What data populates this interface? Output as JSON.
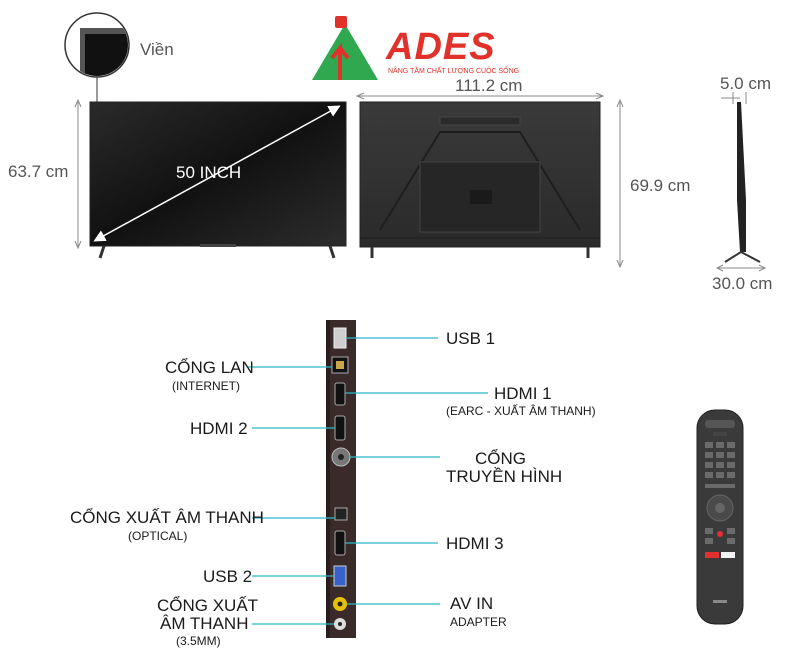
{
  "logo": {
    "brand": "ADES",
    "tagline": "NÂNG TẦM CHẤT LƯỢNG CUỘC SỐNG",
    "colors": {
      "red": "#e0312b",
      "green": "#2fa84f"
    }
  },
  "dimensions": {
    "bezel_label": "Viền",
    "height_front": "63.7 cm",
    "diagonal": "50 INCH",
    "width": "111.2 cm",
    "height_with_stand": "69.9 cm",
    "depth": "5.0 cm",
    "stand_depth": "30.0 cm"
  },
  "ports": {
    "usb1": "USB 1",
    "lan": "CỔNG LAN",
    "lan_sub": "(INTERNET)",
    "hdmi1": "HDMI 1",
    "hdmi1_sub": "(EARC - XUẤT ÂM THANH)",
    "hdmi2": "HDMI 2",
    "antenna_line1": "CỔNG",
    "antenna_line2": "TRUYỀN HÌNH",
    "optical": "CỔNG XUẤT ÂM THANH",
    "optical_sub": "(OPTICAL)",
    "hdmi3": "HDMI 3",
    "usb2": "USB 2",
    "av_in": "AV IN",
    "av_in_sub": "ADAPTER",
    "audio35_line1": "CỔNG XUẤT",
    "audio35_line2": "ÂM THANH",
    "audio35_sub": "(3.5MM)"
  },
  "accent_line_color": "#29b6c8"
}
